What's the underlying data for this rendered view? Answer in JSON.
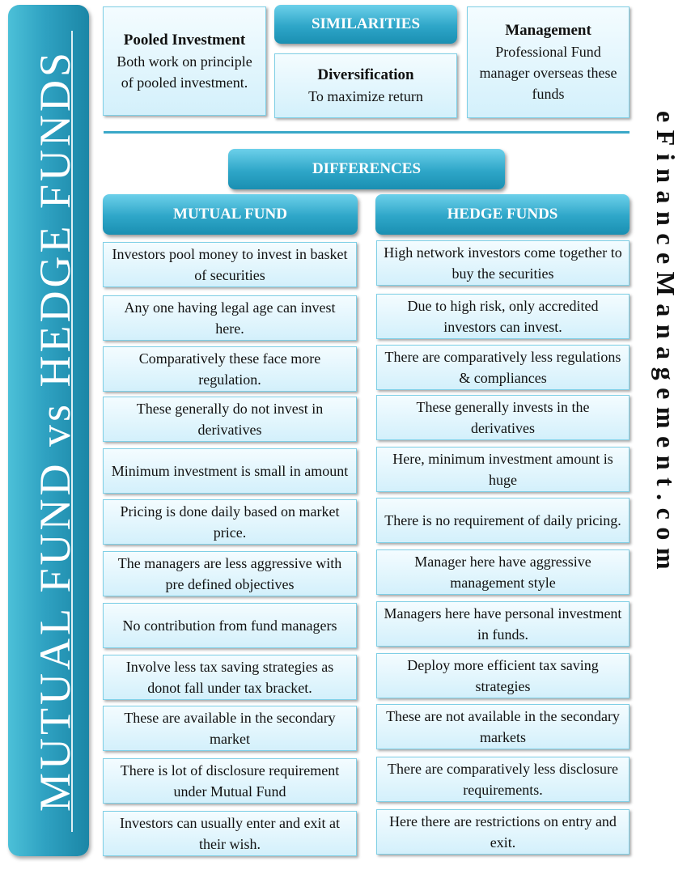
{
  "side_title": "MUTUAL FUND vs HEDGE FUNDS",
  "brand": "eFinanceManagement.com",
  "similarities": {
    "header": "SIMILARITIES",
    "pooled": {
      "title": "Pooled Investment",
      "text": "Both work on principle of pooled investment."
    },
    "diversification": {
      "title": "Diversification",
      "text": "To maximize return"
    },
    "management": {
      "title": "Management",
      "text": "Professional Fund manager overseas these funds"
    }
  },
  "differences": {
    "header": "DIFFERENCES",
    "mutual_header": "MUTUAL FUND",
    "hedge_header": "HEDGE FUNDS",
    "rows": [
      {
        "mutual": "Investors pool money to invest in basket of securities",
        "hedge": "High network investors come together to buy the securities"
      },
      {
        "mutual": "Any one having legal age can invest here.",
        "hedge": "Due to high risk, only accredited investors can invest."
      },
      {
        "mutual": "Comparatively these face more regulation.",
        "hedge": "There are comparatively less regulations & compliances"
      },
      {
        "mutual": "These generally do not invest in derivatives",
        "hedge": "These generally invests in the derivatives"
      },
      {
        "mutual": "Minimum investment is small in amount",
        "hedge": "Here, minimum investment amount is huge"
      },
      {
        "mutual": "Pricing is done daily based on market price.",
        "hedge": "There is no requirement of daily pricing."
      },
      {
        "mutual": "The managers are less aggressive with pre defined objectives",
        "hedge": "Manager here have aggressive management style"
      },
      {
        "mutual": "No contribution from fund managers",
        "hedge": "Managers here have personal investment in funds."
      },
      {
        "mutual": "Involve less tax saving strategies as donot fall under tax bracket.",
        "hedge": "Deploy more efficient tax saving strategies"
      },
      {
        "mutual": "These are available in the secondary market",
        "hedge": "These are not available in the secondary markets"
      },
      {
        "mutual": "There is lot of disclosure requirement under Mutual Fund",
        "hedge": "There are comparatively less disclosure requirements."
      },
      {
        "mutual": "Investors can usually enter and exit at their wish.",
        "hedge": "Here there are restrictions on entry and exit."
      }
    ]
  },
  "colors": {
    "accent": "#2ea6c8",
    "box_fill": "#dff4fc",
    "box_border": "#7fcfe6"
  }
}
